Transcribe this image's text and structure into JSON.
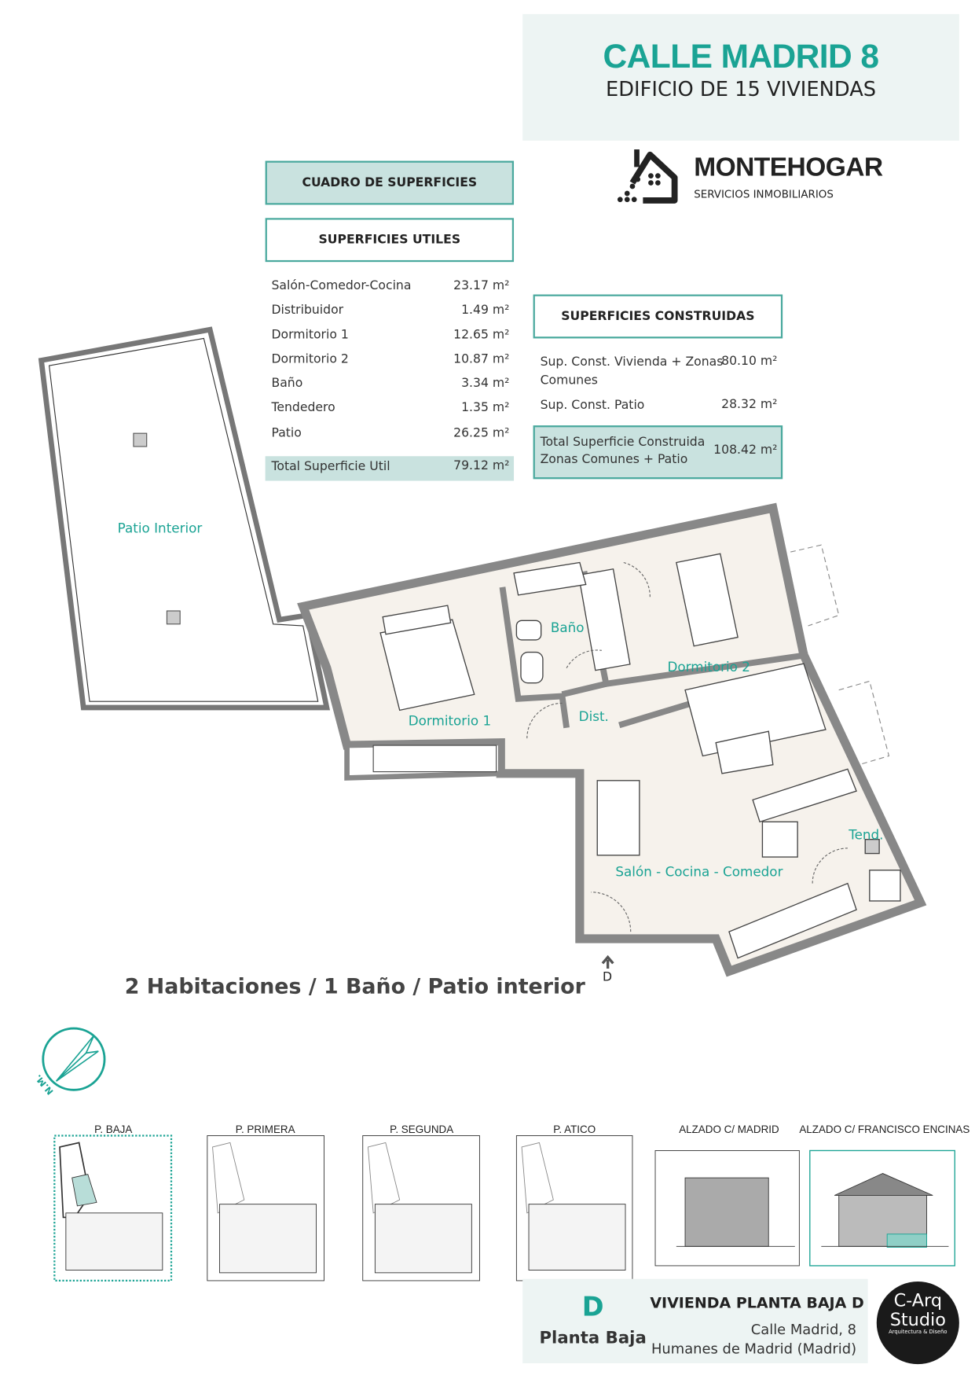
{
  "header": {
    "title": "CALLE MADRID 8",
    "subtitle": "EDIFICIO DE 15 VIVIENDAS"
  },
  "logo": {
    "name_part1": "MONTE",
    "name_part2": "HOGAR",
    "tagline": "SERVICIOS INMOBILIARIOS"
  },
  "cuadro": {
    "title": "CUADRO DE SUPERFICIES"
  },
  "utiles": {
    "title": "SUPERFICIES UTILES",
    "rows": [
      {
        "label": "Salón-Comedor-Cocina",
        "value": "23.17 m²"
      },
      {
        "label": "Distribuidor",
        "value": "1.49 m²"
      },
      {
        "label": "Dormitorio 1",
        "value": "12.65 m²"
      },
      {
        "label": "Dormitorio 2",
        "value": "10.87 m²"
      },
      {
        "label": "Baño",
        "value": "3.34 m²"
      },
      {
        "label": "Tendedero",
        "value": "1.35 m²"
      },
      {
        "label": "Patio",
        "value": "26.25 m²"
      }
    ],
    "total_label": "Total Superficie Util",
    "total_value": "79.12 m²"
  },
  "construidas": {
    "title": "SUPERFICIES CONSTRUIDAS",
    "rows": [
      {
        "label_line1": "Sup. Const. Vivienda + Zonas",
        "label_line2": "Comunes",
        "value": "80.10 m²"
      },
      {
        "label_line1": "Sup. Const. Patio",
        "value": "28.32 m²"
      }
    ],
    "total_line1": "Total Superficie Construida",
    "total_line2": "Zonas Comunes + Patio",
    "total_value": "108.42 m²"
  },
  "plan": {
    "rooms": {
      "patio": "Patio Interior",
      "bano": "Baño",
      "dorm2": "Dormitorio 2",
      "dist": "Dist.",
      "dorm1": "Dormitorio 1",
      "tend": "Tend.",
      "salon": "Salón - Cocina - Comedor"
    },
    "entrance": "D"
  },
  "summary": "2 Habitaciones / 1 Baño / Patio interior",
  "compass": {
    "label": "N.M."
  },
  "thumbnails": [
    "P. BAJA",
    "P. PRIMERA",
    "P. SEGUNDA",
    "P. ATICO",
    "ALZADO C/ MADRID",
    "ALZADO C/ FRANCISCO ENCINAS"
  ],
  "footer": {
    "letter": "D",
    "floor": "Planta Baja",
    "title": "VIVIENDA PLANTA BAJA D",
    "address1": "Calle Madrid, 8",
    "address2": "Humanes de Madrid (Madrid)"
  },
  "studio": {
    "line1": "C-Arq",
    "line2": "Studio",
    "tagline": "Arquitectura & Diseño"
  },
  "colors": {
    "accent": "#1aa394",
    "fill": "#c9e2df",
    "panel": "#edf4f3"
  }
}
